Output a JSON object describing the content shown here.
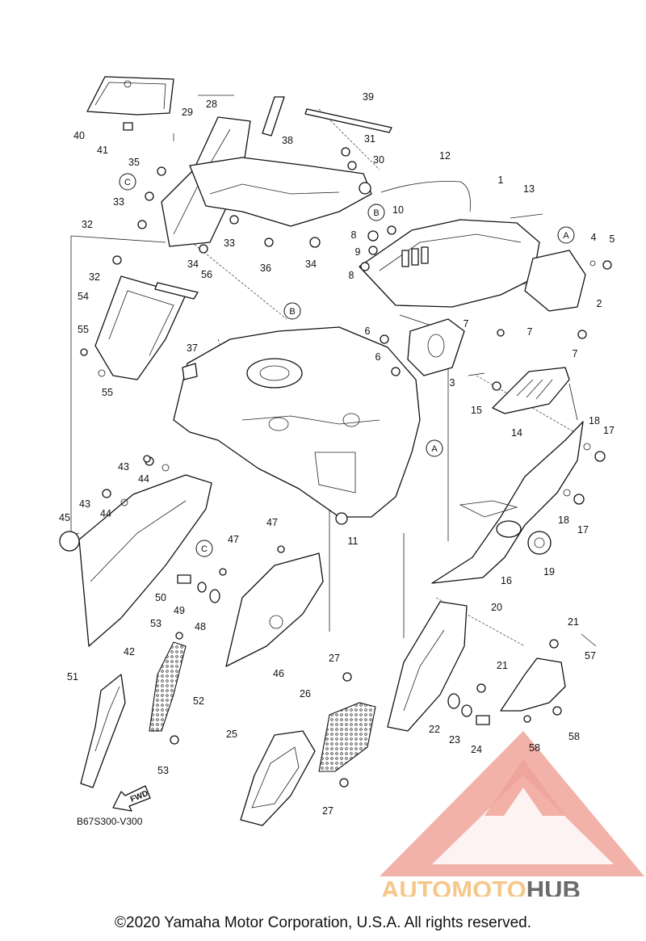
{
  "diagram": {
    "parts": [
      {
        "n": "1"
      },
      {
        "n": "2"
      },
      {
        "n": "3"
      },
      {
        "n": "4"
      },
      {
        "n": "5"
      },
      {
        "n": "6"
      },
      {
        "n": "6"
      },
      {
        "n": "7"
      },
      {
        "n": "7"
      },
      {
        "n": "7"
      },
      {
        "n": "8"
      },
      {
        "n": "8"
      },
      {
        "n": "9"
      },
      {
        "n": "10"
      },
      {
        "n": "11"
      },
      {
        "n": "12"
      },
      {
        "n": "13"
      },
      {
        "n": "14"
      },
      {
        "n": "15"
      },
      {
        "n": "16"
      },
      {
        "n": "17"
      },
      {
        "n": "17"
      },
      {
        "n": "18"
      },
      {
        "n": "18"
      },
      {
        "n": "19"
      },
      {
        "n": "20"
      },
      {
        "n": "21"
      },
      {
        "n": "21"
      },
      {
        "n": "22"
      },
      {
        "n": "23"
      },
      {
        "n": "24"
      },
      {
        "n": "25"
      },
      {
        "n": "26"
      },
      {
        "n": "27"
      },
      {
        "n": "27"
      },
      {
        "n": "28"
      },
      {
        "n": "29"
      },
      {
        "n": "30"
      },
      {
        "n": "31"
      },
      {
        "n": "32"
      },
      {
        "n": "32"
      },
      {
        "n": "33"
      },
      {
        "n": "33"
      },
      {
        "n": "34"
      },
      {
        "n": "34"
      },
      {
        "n": "35"
      },
      {
        "n": "36"
      },
      {
        "n": "37"
      },
      {
        "n": "38"
      },
      {
        "n": "39"
      },
      {
        "n": "40"
      },
      {
        "n": "41"
      },
      {
        "n": "42"
      },
      {
        "n": "43"
      },
      {
        "n": "43"
      },
      {
        "n": "44"
      },
      {
        "n": "44"
      },
      {
        "n": "45"
      },
      {
        "n": "46"
      },
      {
        "n": "47"
      },
      {
        "n": "47"
      },
      {
        "n": "48"
      },
      {
        "n": "49"
      },
      {
        "n": "50"
      },
      {
        "n": "51"
      },
      {
        "n": "52"
      },
      {
        "n": "53"
      },
      {
        "n": "53"
      },
      {
        "n": "54"
      },
      {
        "n": "55"
      },
      {
        "n": "55"
      },
      {
        "n": "56"
      },
      {
        "n": "57"
      },
      {
        "n": "58"
      },
      {
        "n": "58"
      }
    ],
    "refs": [
      {
        "n": "A"
      },
      {
        "n": "A"
      },
      {
        "n": "B"
      },
      {
        "n": "B"
      },
      {
        "n": "C"
      },
      {
        "n": "C"
      }
    ],
    "fwd_label": "FWD",
    "code": "B67S300-V300"
  },
  "watermark": {
    "part1": "AUTOMOTO",
    "part2": "HUB",
    "color_primary": "#f0a39a",
    "color_secondary": "#f6c78a",
    "color_dark": "#6b6b6b"
  },
  "copyright": "©2020 Yamaha Motor Corporation, U.S.A. All rights reserved."
}
